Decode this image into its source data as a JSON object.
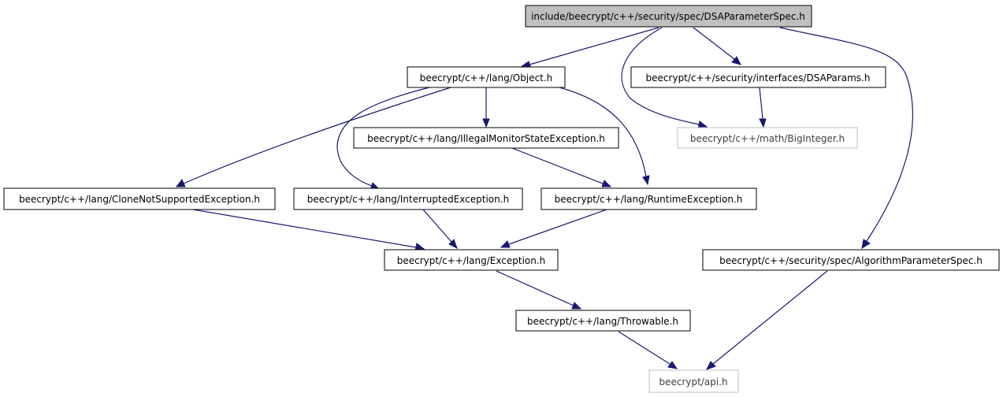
{
  "colors": {
    "edge": "#191970",
    "root_fill": "#bfbfbf",
    "node_fill": "#ffffff",
    "node_border": "#000000",
    "external_border": "#bfbfbf",
    "external_text": "#404040"
  },
  "nodes": {
    "dsaparameterspec": {
      "label": "include/beecrypt/c++/security/spec/DSAParameterSpec.h",
      "kind": "root"
    },
    "object": {
      "label": "beecrypt/c++/lang/Object.h",
      "kind": "normal"
    },
    "dsaparams": {
      "label": "beecrypt/c++/security/interfaces/DSAParams.h",
      "kind": "normal"
    },
    "illegalmonitor": {
      "label": "beecrypt/c++/lang/IllegalMonitorStateException.h",
      "kind": "normal"
    },
    "biginteger": {
      "label": "beecrypt/c++/math/BigInteger.h",
      "kind": "external"
    },
    "clonenotsupported": {
      "label": "beecrypt/c++/lang/CloneNotSupportedException.h",
      "kind": "normal"
    },
    "interrupted": {
      "label": "beecrypt/c++/lang/InterruptedException.h",
      "kind": "normal"
    },
    "runtime": {
      "label": "beecrypt/c++/lang/RuntimeException.h",
      "kind": "normal"
    },
    "exception": {
      "label": "beecrypt/c++/lang/Exception.h",
      "kind": "normal"
    },
    "algorithmparameterspec": {
      "label": "beecrypt/c++/security/spec/AlgorithmParameterSpec.h",
      "kind": "normal"
    },
    "throwable": {
      "label": "beecrypt/c++/lang/Throwable.h",
      "kind": "normal"
    },
    "api": {
      "label": "beecrypt/api.h",
      "kind": "external"
    }
  },
  "edges": [
    {
      "from": "dsaparameterspec",
      "to": "object"
    },
    {
      "from": "dsaparameterspec",
      "to": "biginteger"
    },
    {
      "from": "dsaparameterspec",
      "to": "dsaparams"
    },
    {
      "from": "dsaparameterspec",
      "to": "algorithmparameterspec"
    },
    {
      "from": "object",
      "to": "illegalmonitor"
    },
    {
      "from": "object",
      "to": "clonenotsupported"
    },
    {
      "from": "object",
      "to": "interrupted"
    },
    {
      "from": "object",
      "to": "runtime"
    },
    {
      "from": "dsaparams",
      "to": "biginteger"
    },
    {
      "from": "illegalmonitor",
      "to": "runtime"
    },
    {
      "from": "clonenotsupported",
      "to": "exception"
    },
    {
      "from": "interrupted",
      "to": "exception"
    },
    {
      "from": "runtime",
      "to": "exception"
    },
    {
      "from": "exception",
      "to": "throwable"
    },
    {
      "from": "algorithmparameterspec",
      "to": "api"
    },
    {
      "from": "throwable",
      "to": "api"
    }
  ]
}
